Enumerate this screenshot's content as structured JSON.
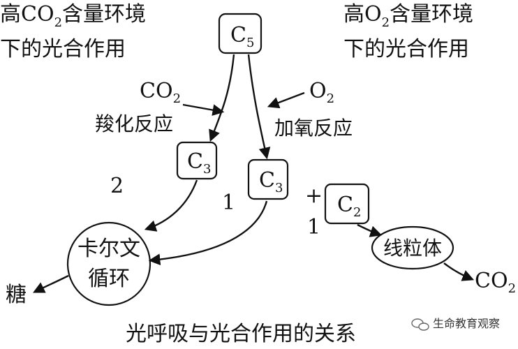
{
  "title": "光呼吸与光合作用的关系",
  "left_heading": {
    "line1_pre": "高CO",
    "line1_sub": "2",
    "line1_post": "含量环境",
    "line2": "下的光合作用"
  },
  "right_heading": {
    "line1_pre": "高O",
    "line1_sub": "2",
    "line1_post": "含量环境",
    "line2": "下的光合作用"
  },
  "nodes": {
    "c5": {
      "main": "C",
      "sub": "5"
    },
    "c3_left": {
      "main": "C",
      "sub": "3"
    },
    "c3_right": {
      "main": "C",
      "sub": "3"
    },
    "c2": {
      "main": "C",
      "sub": "2"
    },
    "calvin": {
      "line1": "卡尔文",
      "line2": "循环"
    },
    "mito": "线粒体"
  },
  "labels": {
    "co2_in": {
      "main": "CO",
      "sub": "2"
    },
    "carboxylation": "羧化反应",
    "o2_in": {
      "main": "O",
      "sub": "2"
    },
    "oxygenation": "加氧反应",
    "coef_2": "2",
    "coef_1_left": "1",
    "plus": "+",
    "coef_1_right": "1",
    "sugar": "糖",
    "co2_out": {
      "main": "CO",
      "sub": "2"
    }
  },
  "watermark": "生命教育观察"
}
